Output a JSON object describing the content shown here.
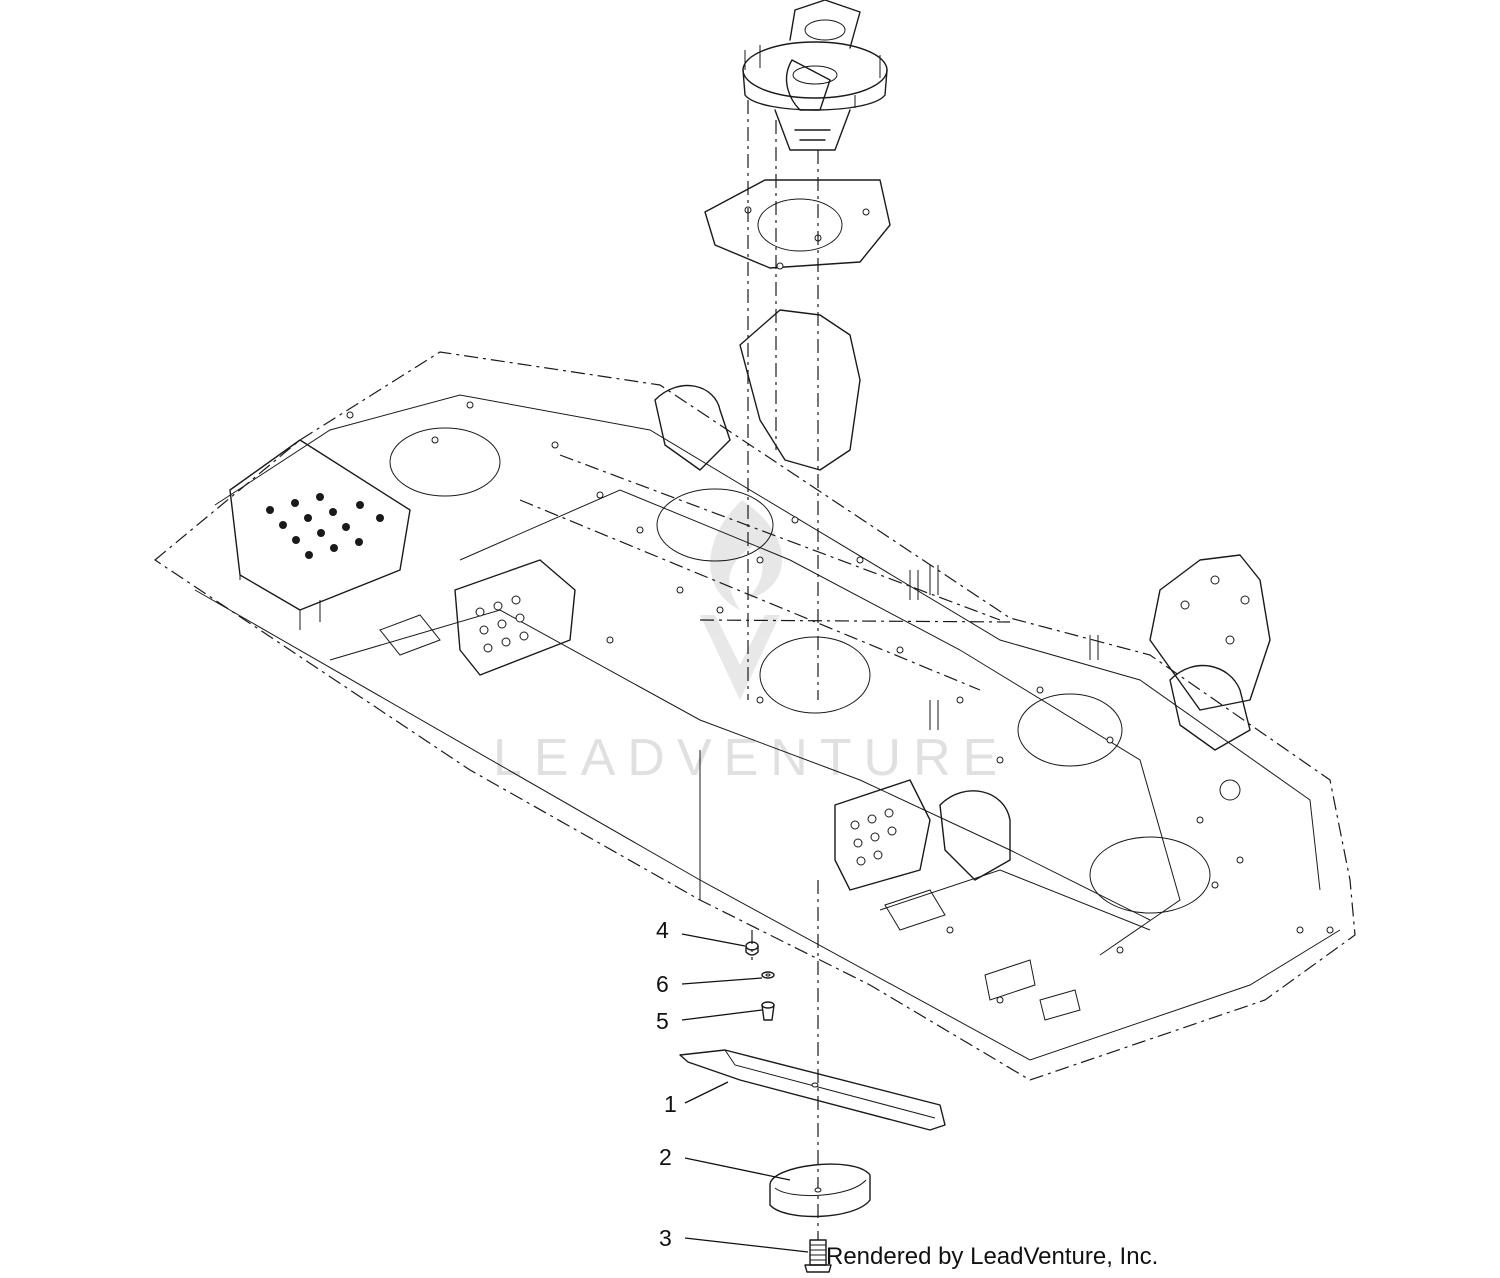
{
  "watermark": "LEADVENTURE",
  "credit": "Rendered by LeadVenture, Inc.",
  "callouts": [
    {
      "id": "1",
      "label": "1"
    },
    {
      "id": "2",
      "label": "2"
    },
    {
      "id": "3",
      "label": "3"
    },
    {
      "id": "4",
      "label": "4"
    },
    {
      "id": "5",
      "label": "5"
    },
    {
      "id": "6",
      "label": "6"
    }
  ]
}
